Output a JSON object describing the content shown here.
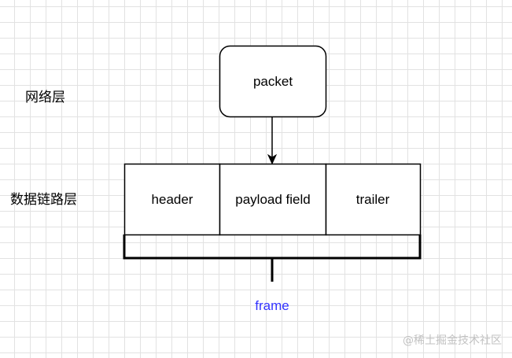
{
  "labels": {
    "network_layer": "网络层",
    "data_link_layer": "数据链路层"
  },
  "packet": {
    "label": "packet"
  },
  "frame": {
    "cells": [
      "header",
      "payload field",
      "trailer"
    ],
    "label": "frame"
  },
  "watermark": "@稀土掘金技术社区",
  "colors": {
    "stroke": "#000000",
    "frame_label": "#3333ff",
    "watermark": "#c2c2c2",
    "grid": "#e2e2e2"
  }
}
